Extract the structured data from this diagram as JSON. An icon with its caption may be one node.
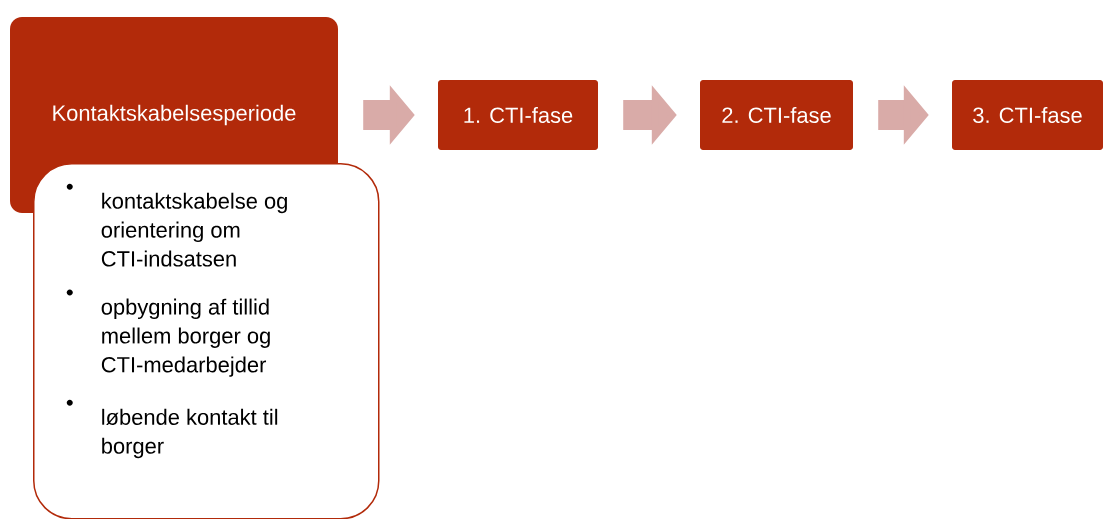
{
  "diagram": {
    "nodes": [
      {
        "text": [
          "Kontaktskabelsesperiode"
        ]
      },
      {
        "text": [
          "kontaktskabelse og orientering om CTI-indsatsen",
          "opbygning af tillid mellem borger og CTI-medarbejder",
          "løbende kontakt til borger"
        ]
      },
      {
        "text": [
          "1. CTI-fase"
        ]
      },
      {
        "text": [
          "2. CTI-fase"
        ]
      },
      {
        "text": [
          "3. CTI-fase"
        ]
      }
    ],
    "edges": [
      {
        "from": 0,
        "to": 2,
        "arrow": "to"
      },
      {
        "from": 2,
        "to": 3,
        "arrow": "to"
      },
      {
        "from": 3,
        "to": 4,
        "arrow": "to"
      }
    ]
  }
}
